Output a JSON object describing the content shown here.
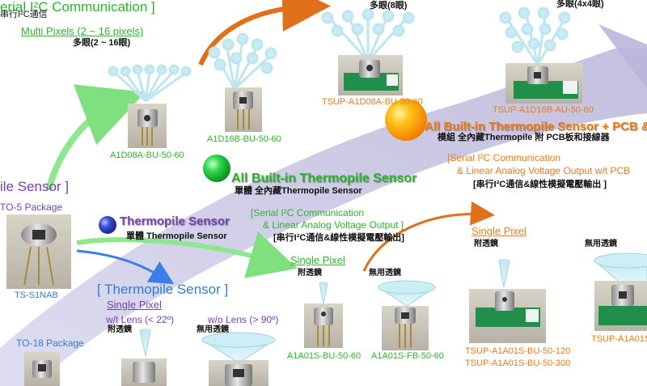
{
  "colors": {
    "green": "#2bb52b",
    "purple": "#7a3fb5",
    "blue": "#2f7fd6",
    "orange": "#ee7b14",
    "arrow_band": "#c9c6e2"
  },
  "header": {
    "serial_i2c": "erial I²C Communication ]",
    "serial_i2c_cn": "串行I²C通信",
    "multi_pixels": "Multi Pixels (2 ~ 16 pixels)",
    "multi_eye_2_16": "多眼(2 ~ 16眼)",
    "multi_eye_8": "多眼(8眼)",
    "multi_eye_4x4": "多眼(4x4眼)"
  },
  "multi_products": {
    "a1d08a": "A1D08A-BU-50-60",
    "a1d16b": "A1D16B-BU-50-60",
    "tsup_a1d08a": "TSUP-A1D08A-BU-50-60",
    "tsup_a1d16b": "TSUP-A1D16B-AU-50-60"
  },
  "all_builtin_pcb": {
    "title": "All Built-in Thermopile Sensor + PCB & C",
    "subtitle_cn": "模組 全內藏Thermopile 附 PCB板和接線器",
    "serial_line1": "[Serial I²C Communication",
    "serial_line2": "& Linear Analog Voltage Output w/t PCB",
    "serial_cn": "[串行I²C通信&線性模擬電壓輸出 ]"
  },
  "left": {
    "sensor_title": "ile Sensor ]",
    "to5_package": "TO-5 Package",
    "ts_s1nab": "TS-S1NAB",
    "to18_package": "TO-18 Package"
  },
  "all_builtin": {
    "title": "All Built-in Thermopile Sensor",
    "subtitle_cn": "單體 全內藏Thermopile Sensor",
    "serial_line1": "[Serial I²C Communication",
    "serial_line2": "& Linear  Analog Voltage Output ]",
    "serial_cn": "[串行I²C通信&線性模擬電壓輸出]"
  },
  "thermopile": {
    "title": "Thermopile Sensor",
    "subtitle_cn": "單體 Thermopile Sensor"
  },
  "single_pixel_mid": {
    "title": "Single Pixel",
    "with_lens_cn": "附透鏡",
    "no_lens_cn": "無用透鏡",
    "a1a01s_bu": "A1A01S-BU-50-60",
    "a1a01s_fb": "A1A01S-FB-50-60"
  },
  "single_pixel_right": {
    "title": "Single Pixel",
    "with_lens_cn": "附透鏡",
    "no_lens_cn": "無用透鏡",
    "tsup_120": "TSUP-A1A01S-BU-50-120",
    "tsup_300": "TSUP-A1A01S-BU-50-300",
    "tsup_edge": "TSUP-A1A01S"
  },
  "bottom_left": {
    "title": "[ Thermopile Sensor ]",
    "single_pixel": "Single Pixel",
    "with_lens": "w/t Lens (< 22º)",
    "with_lens_cn": "附透鏡",
    "without_lens": "w/o Lens (> 90º)",
    "without_lens_cn": "無用透鏡"
  }
}
